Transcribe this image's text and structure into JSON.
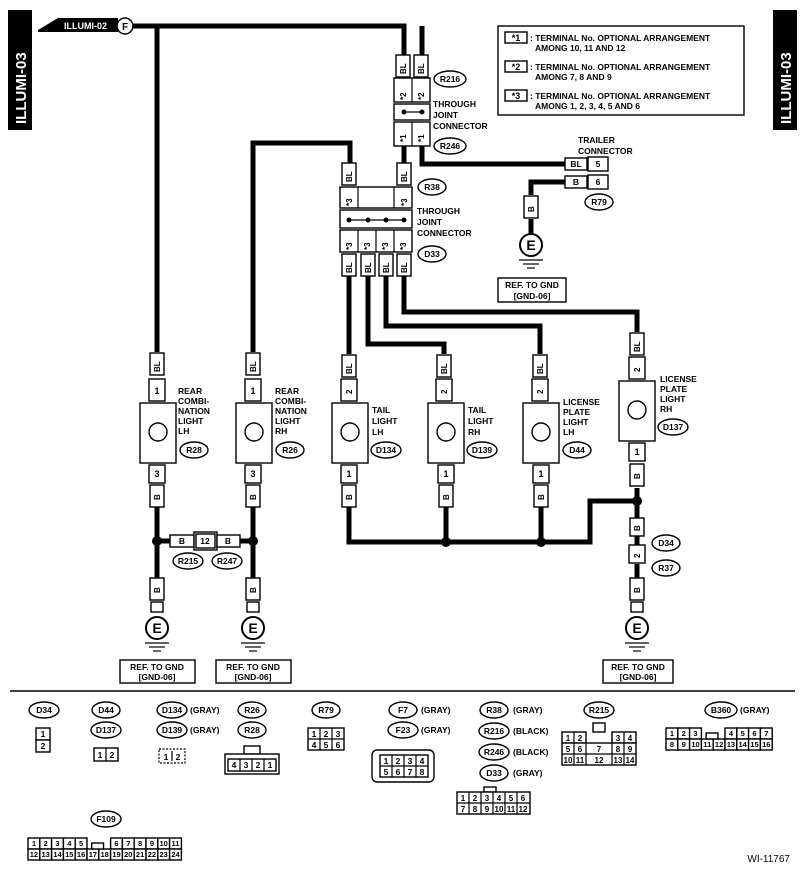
{
  "page_tag": "ILLUMI-03",
  "from_ref": {
    "label": "ILLUMI-02",
    "letter": "F"
  },
  "legend": [
    {
      "mark": "*1",
      "text1": ": TERMINAL No. OPTIONAL ARRANGEMENT",
      "text2": "AMONG 10, 11 AND 12"
    },
    {
      "mark": "*2",
      "text1": ": TERMINAL No. OPTIONAL ARRANGEMENT",
      "text2": "AMONG 7, 8 AND 9"
    },
    {
      "mark": "*3",
      "text1": ": TERMINAL No. OPTIONAL ARRANGEMENT",
      "text2": "AMONG 1, 2, 3, 4, 5 AND 6"
    }
  ],
  "wire": {
    "bl": "BL",
    "b": "B"
  },
  "joint1": {
    "title": [
      "THROUGH",
      "JOINT",
      "CONNECTOR"
    ],
    "top_ref": "R216",
    "bottom_ref": "R246",
    "top_mark": "*2",
    "bottom_mark": "*1"
  },
  "joint2": {
    "title": [
      "THROUGH",
      "JOINT",
      "CONNECTOR"
    ],
    "top_ref": "R38",
    "bottom_ref": "D33",
    "mark": "*3"
  },
  "trailer": {
    "title": [
      "TRAILER",
      "CONNECTOR"
    ],
    "pins": [
      "5",
      "6"
    ],
    "ref": "R79"
  },
  "ground": {
    "symbol": "E",
    "ref_line1": "REF. TO GND",
    "ref_line2": "[GND-06]"
  },
  "components": [
    {
      "lines": [
        "REAR",
        "COMBI-",
        "NATION",
        "LIGHT",
        "LH"
      ],
      "ref": "R28",
      "top_pin": "1",
      "bottom_pin": "3"
    },
    {
      "lines": [
        "REAR",
        "COMBI-",
        "NATION",
        "LIGHT",
        "RH"
      ],
      "ref": "R26",
      "top_pin": "1",
      "bottom_pin": "3"
    },
    {
      "lines": [
        "TAIL",
        "LIGHT",
        "LH"
      ],
      "ref": "D134",
      "top_pin": "2",
      "bottom_pin": "1"
    },
    {
      "lines": [
        "TAIL",
        "LIGHT",
        "RH"
      ],
      "ref": "D139",
      "top_pin": "2",
      "bottom_pin": "1"
    },
    {
      "lines": [
        "LICENSE",
        "PLATE",
        "LIGHT",
        "LH"
      ],
      "ref": "D44",
      "top_pin": "2",
      "bottom_pin": "1"
    },
    {
      "lines": [
        "LICENSE",
        "PLATE",
        "LIGHT",
        "RH"
      ],
      "ref": "D137",
      "top_pin": "2",
      "bottom_pin": "1"
    }
  ],
  "mid_conn": {
    "pin": "12",
    "ref_left": "R215",
    "ref_right": "R247"
  },
  "d34_conn": {
    "pin": "2",
    "ref_top": "D34",
    "ref_bottom": "R37"
  },
  "footer": {
    "d34": {
      "ref": "D34",
      "pins": [
        "1",
        "2"
      ]
    },
    "d44": {
      "refs": [
        "D44",
        "D137"
      ],
      "pins": [
        "1",
        "2"
      ]
    },
    "d134": {
      "refs": [
        "D134",
        "D139"
      ],
      "colors": [
        "(GRAY)",
        "(GRAY)"
      ],
      "pins": [
        "1",
        "2"
      ]
    },
    "r26": {
      "refs": [
        "R26",
        "R28"
      ],
      "pins": [
        "4",
        "3",
        "2",
        "1"
      ]
    },
    "r79": {
      "ref": "R79",
      "pins": [
        "1",
        "2",
        "3",
        "4",
        "5",
        "6"
      ]
    },
    "f7": {
      "refs": [
        "F7",
        "F23"
      ],
      "colors": [
        "(GRAY)",
        "(GRAY)"
      ],
      "pins": [
        "1",
        "2",
        "3",
        "4",
        "5",
        "6",
        "7",
        "8"
      ]
    },
    "r38": {
      "refs": [
        "R38",
        "R216",
        "R246",
        "D33"
      ],
      "colors": [
        "(GRAY)",
        "(BLACK)",
        "(BLACK)",
        "(GRAY)"
      ],
      "pins": [
        "1",
        "2",
        "3",
        "4",
        "5",
        "6",
        "7",
        "8",
        "9",
        "10",
        "11",
        "12"
      ]
    },
    "r215": {
      "ref": "R215",
      "pins_top": [
        "1",
        "2",
        "3",
        "4"
      ],
      "pins_mid": [
        "5",
        "6",
        "7",
        "8",
        "9"
      ],
      "pins_bot": [
        "10",
        "11",
        "12",
        "13",
        "14"
      ]
    },
    "b360": {
      "ref": "B360",
      "color": "(GRAY)",
      "pins_top": [
        "1",
        "2",
        "3",
        "4",
        "5",
        "6",
        "7"
      ],
      "pins_bot": [
        "8",
        "9",
        "10",
        "11",
        "12",
        "13",
        "14",
        "15",
        "16"
      ]
    },
    "f109": {
      "ref": "F109",
      "pins_top": [
        "1",
        "2",
        "3",
        "4",
        "5",
        "6",
        "7",
        "8",
        "9",
        "10",
        "11"
      ],
      "pins_bot": [
        "12",
        "13",
        "14",
        "15",
        "16",
        "17",
        "18",
        "19",
        "20",
        "21",
        "22",
        "23",
        "24"
      ]
    }
  },
  "figure_id": "WI-11767"
}
